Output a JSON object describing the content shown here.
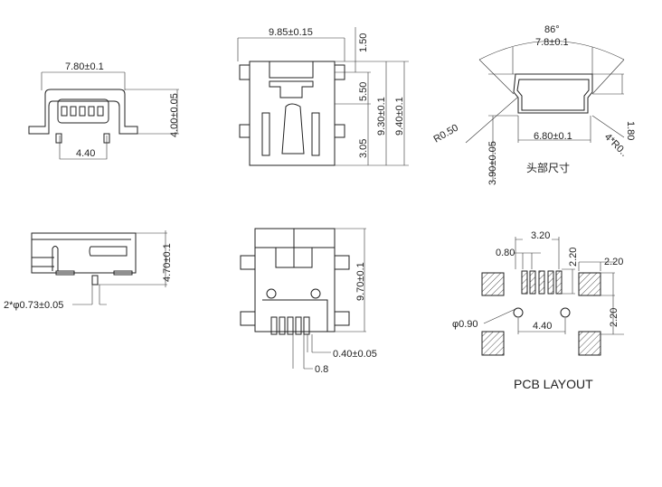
{
  "front_view": {
    "width_dim": "7.80±0.1",
    "height_dim": "4.00±0.05",
    "pin_pitch": "4.40"
  },
  "top_view": {
    "width_dim": "9.85±0.15",
    "dim_a": "1.50",
    "dim_b": "5.50",
    "dim_c": "9.30±0.1",
    "dim_d": "9.40±0.1",
    "dim_e": "3.05"
  },
  "head_view": {
    "angle": "86°",
    "top_width": "7.8±0.1",
    "radius": "R0.50",
    "height": "1.80",
    "bottom_width": "6.80±0.1",
    "corner_radius": "4*R0..",
    "depth": "3.90±0.05",
    "caption": "头部尺寸"
  },
  "side_view": {
    "height_dim": "4.70±0.1",
    "peg_dim": "2*φ0.73±0.05"
  },
  "bottom_view": {
    "length_dim": "9.70±0.1",
    "pin_width": "0.40±0.05",
    "pin_pitch": "0.8"
  },
  "pcb_layout": {
    "span": "3.20",
    "pad_pitch": "0.80",
    "pad_length": "2.20",
    "mount_width": "2.20",
    "mount_height": "2.20",
    "hole_dia": "φ0.90",
    "hole_spacing": "4.40",
    "title": "PCB LAYOUT"
  }
}
